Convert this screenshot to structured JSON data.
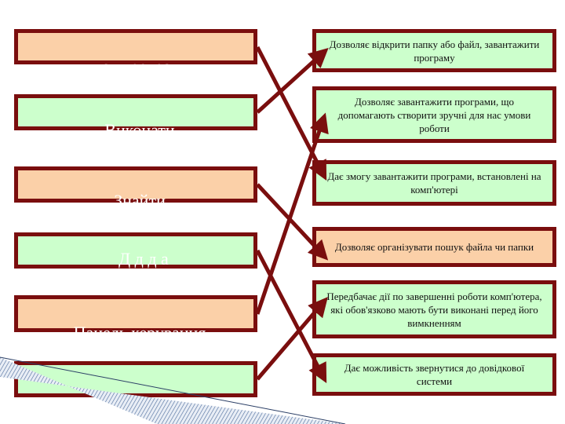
{
  "left_items": [
    {
      "label": "у ст програми",
      "color": "#fbd0a8"
    },
    {
      "label": "Виконати",
      "color": "#ccffcc"
    },
    {
      "label": "Знайти",
      "color": "#fbd0a8"
    },
    {
      "label": "Д   д          д    а",
      "color": "#ccffcc"
    },
    {
      "label": "Панель керування",
      "color": "#fbd0a8"
    },
    {
      "label": "",
      "color": "#ccffcc"
    }
  ],
  "right_items": [
    {
      "text": "Дозволяє відкрити папку або файл, завантажити програму",
      "color": "#ccffcc"
    },
    {
      "text": "Дозволяє завантажити програми, що допомагають створити зручні для нас умови роботи",
      "color": "#ccffcc"
    },
    {
      "text": "Дає змогу завантажити програми, встановлені на комп'ютері",
      "color": "#ccffcc"
    },
    {
      "text": "Дозволяє організувати пошук файла чи папки",
      "color": "#fbd0a8"
    },
    {
      "text": "Передбачає дії по завершенні роботи комп'ютера, які обов'язково мають бути виконані перед його вимкненням",
      "color": "#ccffcc"
    },
    {
      "text": "Дає можливість звернутися до довідкової системи",
      "color": "#ccffcc"
    }
  ],
  "arrow_color": "#7a0e0e"
}
